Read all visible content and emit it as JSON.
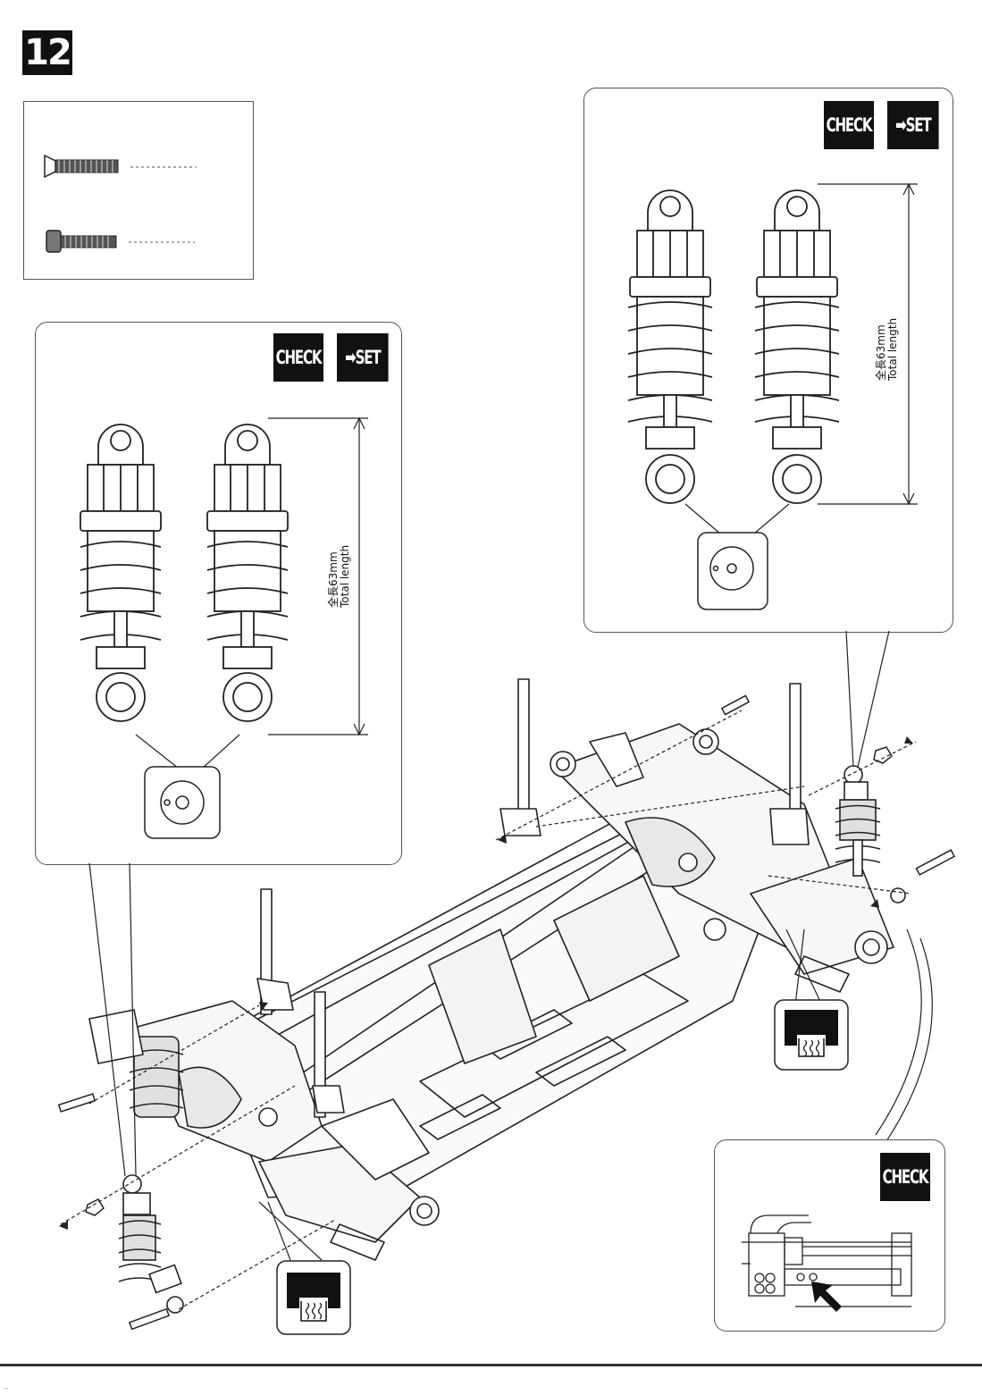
{
  "step": {
    "number": "12"
  },
  "left_detail": {
    "check_label": "CHECK",
    "set_label": "SET",
    "measurement_value": "全長63mm",
    "measurement_label": "Total length"
  },
  "right_detail": {
    "check_label": "CHECK",
    "set_label": "SET",
    "measurement_value": "全長63mm",
    "measurement_label": "Total length"
  },
  "bottom_right_detail": {
    "check_label": "CHECK"
  },
  "footer": {
    "mark": "..."
  },
  "colors": {
    "ink": "#111111",
    "frame": "#555555",
    "background": "#ffffff"
  }
}
